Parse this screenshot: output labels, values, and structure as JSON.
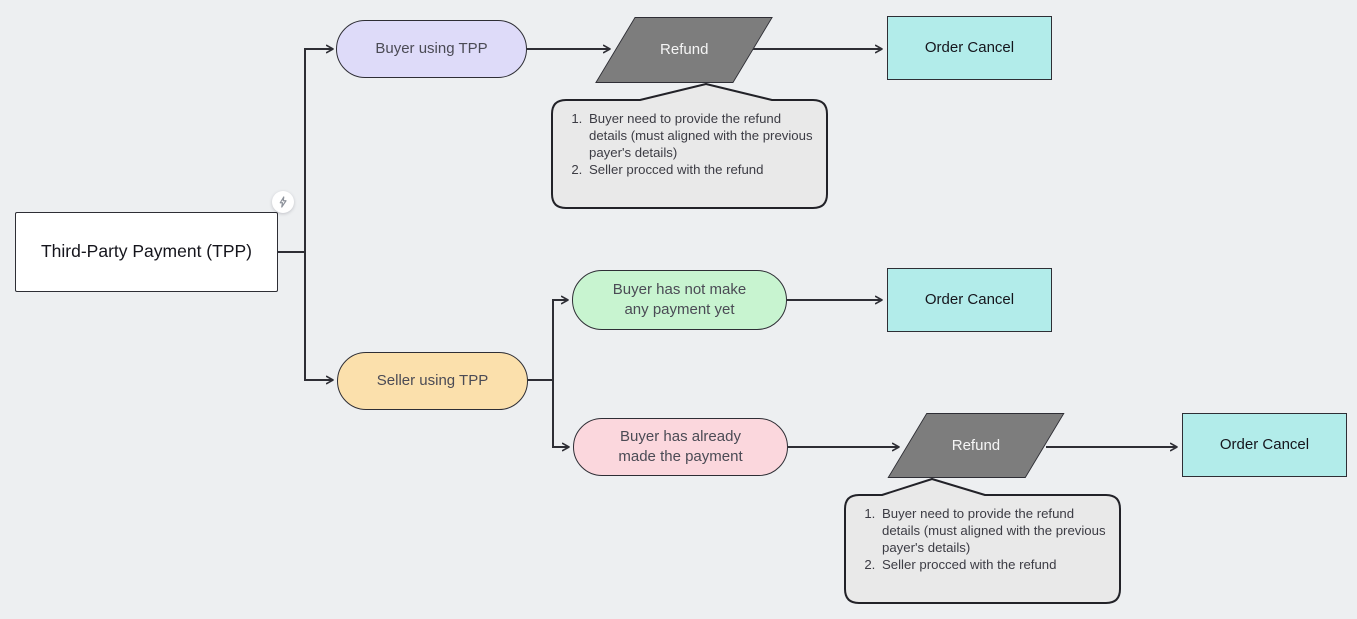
{
  "diagram": {
    "root": {
      "label": "Third-Party Payment (TPP)"
    },
    "nodes": {
      "buyer_tpp": {
        "label": "Buyer using TPP"
      },
      "seller_tpp": {
        "label": "Seller using TPP"
      },
      "no_payment": {
        "label": "Buyer has not make any payment yet"
      },
      "paid": {
        "label": "Buyer has already made the payment"
      },
      "refund_top": {
        "label": "Refund"
      },
      "refund_bottom": {
        "label": "Refund"
      },
      "order_cancel_top": {
        "label": "Order Cancel"
      },
      "order_cancel_mid": {
        "label": "Order Cancel"
      },
      "order_cancel_bottom": {
        "label": "Order Cancel"
      }
    },
    "callouts": [
      {
        "items": [
          "Buyer need to provide the refund details (must aligned with the previous payer's details)",
          "Seller procced with the refund"
        ]
      },
      {
        "items": [
          "Buyer need to provide the refund details (must aligned with the previous payer's details)",
          "Seller procced with the refund"
        ]
      }
    ],
    "icons": {
      "badge": "flash-icon"
    },
    "colors": {
      "background": "#edeff1",
      "root_fill": "#ffffff",
      "buyer_fill": "#dedbf9",
      "seller_fill": "#fbe0ac",
      "no_payment_fill": "#c8f4d0",
      "paid_fill": "#fbd7dd",
      "refund_fill": "#7d7d7d",
      "order_cancel_fill": "#b2ecea",
      "callout_fill": "#e9e9e9",
      "stroke": "#2e2e35"
    }
  }
}
